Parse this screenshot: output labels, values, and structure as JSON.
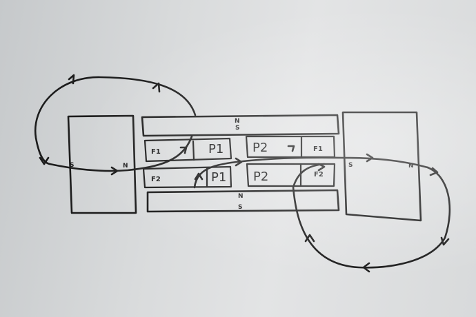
{
  "diagram": {
    "labels": {
      "f1_left": "F1",
      "p1_top": "P1",
      "p2_top": "P2",
      "f1_right": "F1",
      "f2_left": "F2",
      "p1_bottom": "P1",
      "p2_bottom": "P2",
      "f2_right": "F2"
    },
    "poles": {
      "left_block_s": "S",
      "left_block_n": "N",
      "top_bar_n": "N",
      "top_bar_s": "S",
      "bottom_bar_n": "N",
      "bottom_bar_s": "S",
      "right_block_s": "S",
      "right_block_n": "N"
    },
    "colors": {
      "ink": "#1c1c1c",
      "north": "#d9485f",
      "south": "#2f7fd1"
    }
  }
}
